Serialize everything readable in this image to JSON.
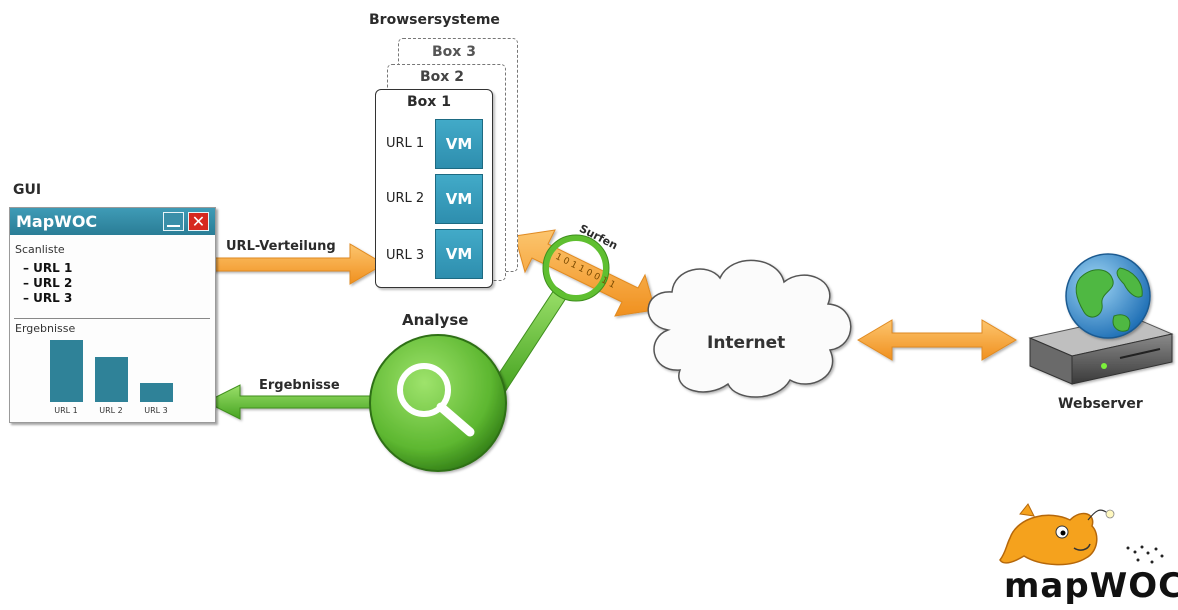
{
  "title": "Browsersysteme",
  "gui": {
    "heading": "GUI",
    "window_title": "MapWOC",
    "close_glyph": "✕",
    "scanlist_label": "Scanliste",
    "scan_items": [
      "– URL 1",
      "– URL 2",
      "– URL 3"
    ],
    "results_label": "Ergebnisse",
    "chart": {
      "categories": [
        "URL 1",
        "URL 2",
        "URL 3"
      ],
      "values": [
        1.0,
        0.73,
        0.31
      ]
    }
  },
  "boxes": {
    "box1": "Box 1",
    "box2": "Box 2",
    "box3": "Box 3",
    "vm_label": "VM",
    "urls": [
      "URL 1",
      "URL 2",
      "URL 3"
    ]
  },
  "arrows": {
    "distribution": "URL-Verteilung",
    "results": "Ergebnisse",
    "surfing": "Surfen",
    "binary": "1 0 1 1 0 0 1 1"
  },
  "analysis": {
    "label": "Analyse"
  },
  "internet": {
    "label": "Internet"
  },
  "webserver": {
    "label": "Webserver"
  },
  "logo": {
    "text": "mapWOC"
  },
  "colors": {
    "orange": "#f7a33a",
    "green": "#6cc83e",
    "teal": "#2f8298",
    "vm_blue": "#3a9fc0"
  }
}
